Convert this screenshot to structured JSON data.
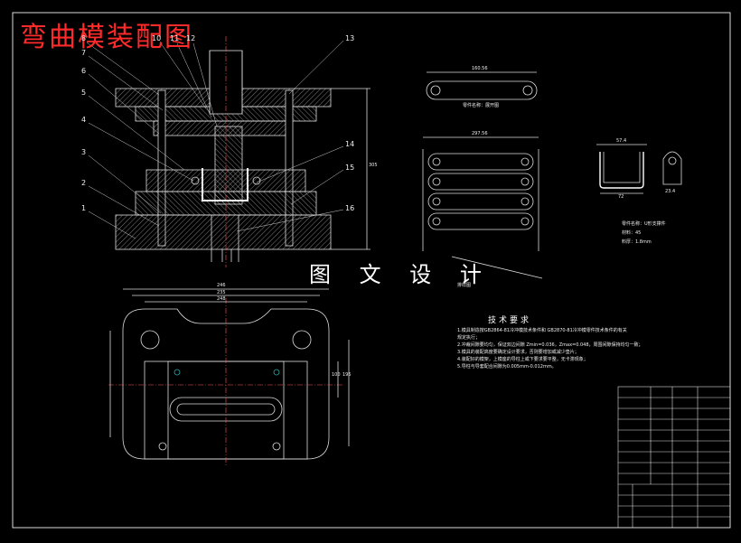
{
  "title": "弯曲模装配图",
  "watermark": "图 文 设 计",
  "callouts_left": [
    "8",
    "7",
    "6",
    "5",
    "4",
    "3",
    "2",
    "1"
  ],
  "callouts_top": [
    "10",
    "11",
    "12"
  ],
  "callouts_right": [
    "13",
    "14",
    "15",
    "16"
  ],
  "part_name_1": "零件名称：展开图",
  "part_name_2": "零件名称：U形支撑件",
  "material": "材料：45",
  "thickness": "料厚：1.8mm",
  "strip_label": "排样图",
  "tech_title": "技术要求",
  "tech_items": [
    "1.模具制造按GB2864-81冷冲模技术条件和 GB2870-81冷冲模零件技术条件的有关",
    "规定执行；",
    "2.冲裁间隙要均匀，保证双边间隙 Zmin=0.036，Zmax=0.048，周围间隙保持均匀一致；",
    "3.模具的装配高度要确定设计要求，否则要增加或减少垫片；",
    "4.装配好的模架，上模座的导柱上或下要求要平整，无卡滞现象；",
    "5.导柱与导套配合间隙为0.005mm-0.012mm。"
  ],
  "dims": {
    "blank_len": "160.56",
    "strip_width": "297.56",
    "u_width": "57.4",
    "u_bottom": "72",
    "tab_w": "23.4",
    "base_w1": "246",
    "base_w2": "235",
    "base_w3": "248",
    "h1": "100",
    "h2": "195",
    "h3": "305"
  }
}
